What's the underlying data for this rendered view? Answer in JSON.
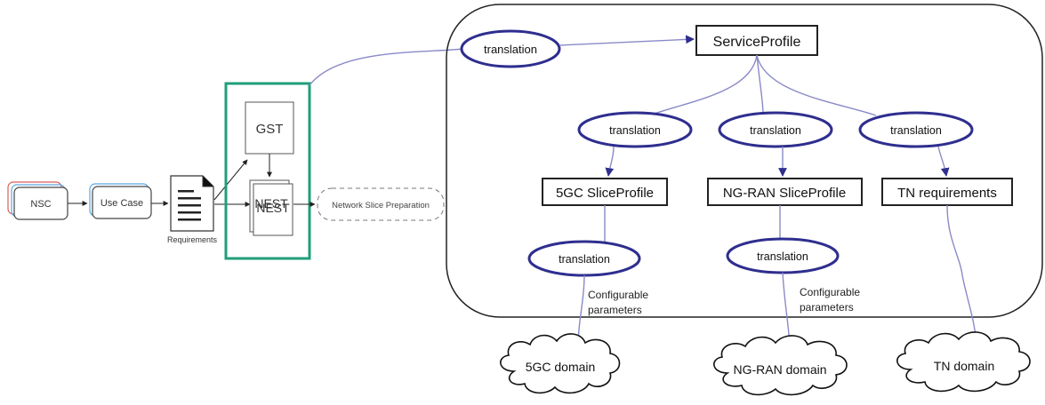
{
  "left_flow": {
    "nsc_label": "NSC",
    "use_case_label": "Use Case",
    "requirements_label": "Requirements",
    "gst_label": "GST",
    "nest_label": "NEST",
    "network_slice_preparation_label": "Network Slice Preparation"
  },
  "right_panel": {
    "service_profile_label": "ServiceProfile",
    "translation_label": "translation",
    "profile_5gc_label": "5GC SliceProfile",
    "profile_ngran_label": "NG-RAN SliceProfile",
    "tn_requirements_label": "TN requirements",
    "configurable_line1": "Configurable",
    "configurable_line2": "parameters"
  },
  "domains": {
    "domain_5gc": "5GC domain",
    "domain_ngran": "NG-RAN domain",
    "domain_tn": "TN domain"
  },
  "colors": {
    "ellipse_stroke": "#2e2e8f",
    "connector_line": "#8a8ac8",
    "highlight_box": "#1f9f7a",
    "nsc_accent_red": "#e05a5a",
    "usecase_accent_blue": "#5aa8e0"
  }
}
